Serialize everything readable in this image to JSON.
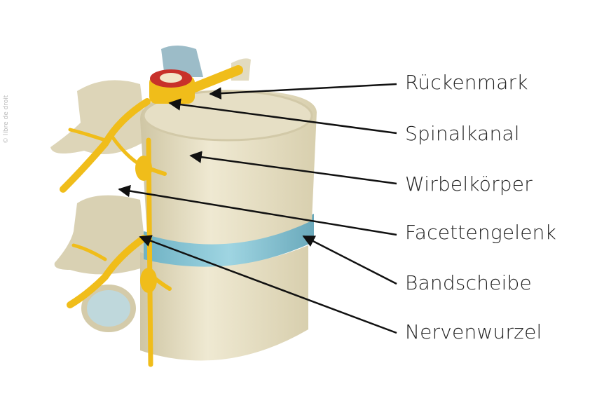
{
  "watermark": "© libre de droit",
  "labels": [
    {
      "id": "rueckenmark",
      "text": "Rückenmark"
    },
    {
      "id": "spinalkanal",
      "text": "Spinalkanal"
    },
    {
      "id": "wirbelkoerper",
      "text": "Wirbelkörper"
    },
    {
      "id": "facettengelenk",
      "text": "Facettengelenk"
    },
    {
      "id": "bandscheibe",
      "text": "Bandscheibe"
    },
    {
      "id": "nervenwurzel",
      "text": "Nervenwurzel"
    }
  ],
  "colors": {
    "bone": "#e9e2c8",
    "disc": "#8ec9d8",
    "nerve": "#f2c01a",
    "cord": "#c8312a",
    "arrow": "#111111"
  }
}
